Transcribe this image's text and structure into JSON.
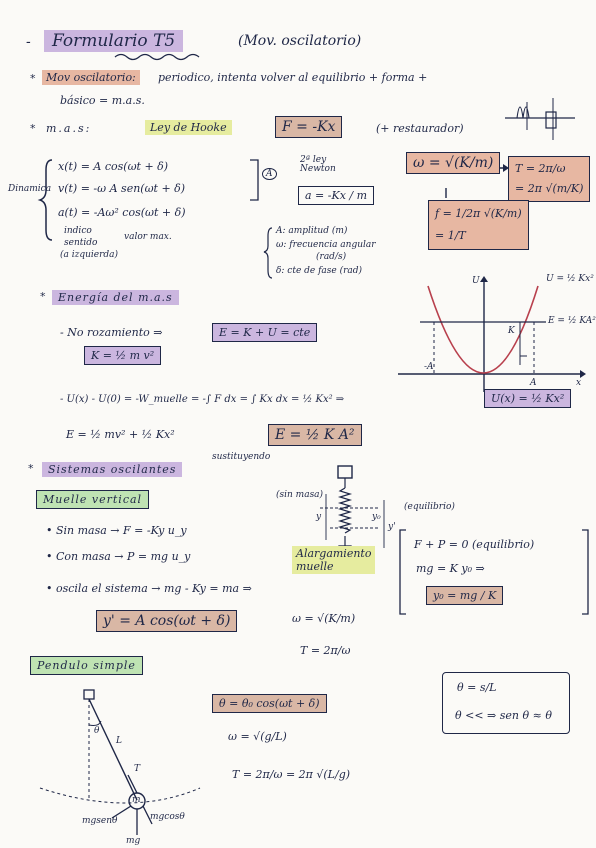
{
  "header": {
    "dash": "-",
    "title": "Formulario T5",
    "subtitle": "(Mov. oscilatorio)"
  },
  "intro": {
    "star": "*",
    "term": "Mov oscilatorio:",
    "text": "periodico, intenta volver al equilibrio + forma +",
    "text2": "básico = m.a.s."
  },
  "mas": {
    "star": "*",
    "label": "m.a.s:",
    "law": "Ley de Hooke",
    "formula": "F = -Kx",
    "note": "(+ restaurador)",
    "newton_note": "2ª ley Newton",
    "accel": "a = -Kx / m",
    "dinamica": "Dinamica",
    "eq1": "x(t) = A cos(ωt + δ)",
    "eq2": "v(t) = -ω A sen(ωt + δ)",
    "eq3": "a(t) = -Aω² cos(ωt + δ)",
    "indice": "indico",
    "sentido": "sentido",
    "izquierda": "(a izquierda)",
    "valor_max": "valor max.",
    "legend_A": "A: amplitud (m)",
    "legend_w": "ω: frecuencia angular",
    "legend_w2": "(rad/s)",
    "legend_d": "δ: cte de fase (rad)",
    "omega": "ω = √(K/m)",
    "period": "T = 2π/ω",
    "period2": "= 2π √(m/K)",
    "freq": "f = 1/2π √(K/m)",
    "freq2": "= 1/T",
    "circle_mark": "A"
  },
  "energia": {
    "star": "*",
    "title": "Energía del m.a.s",
    "line1_pre": "- No rozamiento ⇒",
    "line1_box": "E = K + U = cte",
    "k_box": "K = ½ m v²",
    "u_line": "- U(x) - U(0) = -W_muelle = -∫ F dx = ∫ Kx dx = ½ Kx² ⇒",
    "u_box": "U(x) = ½ Kx²",
    "e_line": "E = ½ mv² + ½ Kx²",
    "e_box": "E = ½ K A²",
    "sustituyendo": "sustituyendo",
    "graph_u": "U",
    "graph_label": "U = ½ Kx²",
    "graph_e": "E = ½ KA²",
    "graph_negA": "-A",
    "graph_A": "A",
    "graph_x": "x",
    "graph_K": "K"
  },
  "sistemas": {
    "star": "*",
    "title": "Sistemas oscilantes",
    "muelle_title": "Muelle vertical",
    "sin_masa": "• Sin masa →  F = -Ky u_y",
    "con_masa": "• Con masa →  P = mg u_y",
    "oscila": "• oscila el sistema → mg - Ky = ma ⇒",
    "y_box": "y' = A cos(ωt + δ)",
    "omega": "ω = √(K/m)",
    "period": "T = 2π/ω",
    "alargamiento": "Alargamiento",
    "muelle": "muelle",
    "equil": "F + P = 0  (equilibrio)",
    "mg": "mg = K y₀ ⇒",
    "y0_box": "y₀ = mg / K",
    "sin_masa_lbl": "(sin masa)",
    "equil_lbl": "(equilibrio)",
    "y_lbl": "y",
    "y0_lbl": "y₀",
    "yp_lbl": "y'"
  },
  "pendulo": {
    "title": "Pendulo simple",
    "theta_box": "θ = θ₀ cos(ωt + δ)",
    "omega": "ω = √(g/L)",
    "period": "T = 2π/ω = 2π √(L/g)",
    "side1": "θ = s/L",
    "side2": "θ << ⇒ sen θ ≈ θ",
    "l_lbl": "L",
    "theta_lbl": "θ",
    "t_lbl": "T",
    "m_lbl": "m",
    "mgsen": "mgsenθ",
    "mgcos": "mgcosθ",
    "mg": "mg"
  }
}
